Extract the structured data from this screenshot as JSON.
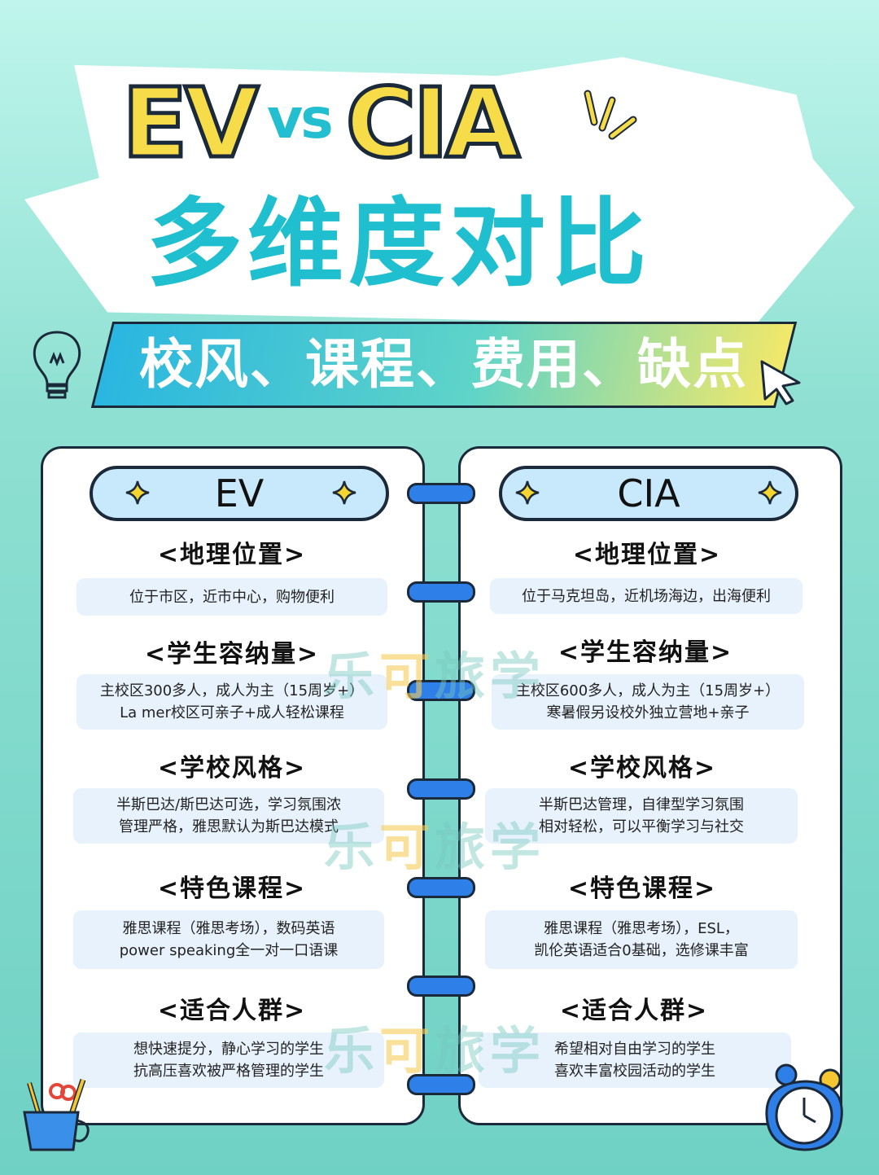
{
  "header": {
    "left_title": "EV",
    "vs": "vs",
    "right_title": "CIA",
    "subtitle": "多维度对比",
    "banner": "校风、课程、费用、缺点"
  },
  "columns": [
    {
      "name": "EV",
      "sections": [
        {
          "title": "<地理位置>",
          "lines": [
            "位于市区，近市中心，购物便利"
          ]
        },
        {
          "title": "<学生容纳量>",
          "lines": [
            "主校区300多人，成人为主（15周岁+）",
            "La mer校区可亲子+成人轻松课程"
          ]
        },
        {
          "title": "<学校风格>",
          "lines": [
            "半斯巴达/斯巴达可选，学习氛围浓",
            "管理严格，雅思默认为斯巴达模式"
          ]
        },
        {
          "title": "<特色课程>",
          "lines": [
            "雅思课程（雅思考场），数码英语",
            "power speaking全一对一口语课"
          ]
        },
        {
          "title": "<适合人群>",
          "lines": [
            "想快速提分，静心学习的学生",
            "抗高压喜欢被严格管理的学生"
          ]
        }
      ]
    },
    {
      "name": "CIA",
      "sections": [
        {
          "title": "<地理位置>",
          "lines": [
            "位于马克坦岛，近机场海边，出海便利"
          ]
        },
        {
          "title": "<学生容纳量>",
          "lines": [
            "主校区600多人，成人为主（15周岁+）",
            "寒暑假另设校外独立营地+亲子"
          ]
        },
        {
          "title": "<学校风格>",
          "lines": [
            "半斯巴达管理，自律型学习氛围",
            "相对轻松，可以平衡学习与社交"
          ]
        },
        {
          "title": "<特色课程>",
          "lines": [
            "雅思课程（雅思考场），ESL，",
            "凯伦英语适合0基础，选修课丰富"
          ]
        },
        {
          "title": "<适合人群>",
          "lines": [
            "希望相对自由学习的学生",
            "喜欢丰富校园活动的学生"
          ]
        }
      ]
    }
  ],
  "watermark": {
    "pre": "乐",
    "o": "可",
    "post": "旅学"
  },
  "colors": {
    "accent_yellow": "#f7dc4a",
    "accent_teal": "#1fbfcf",
    "ring_blue": "#2f7fe8"
  }
}
